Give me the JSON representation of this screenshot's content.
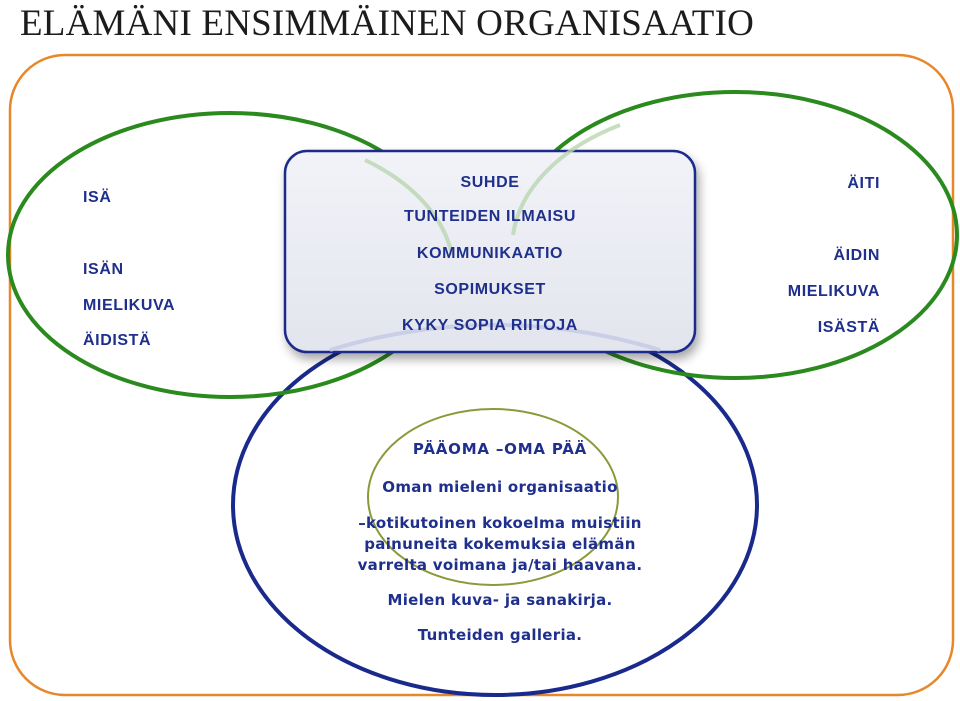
{
  "title": "ELÄMÄNI ENSIMMÄINEN ORGANISAATIO",
  "father": {
    "label": "ISÄ",
    "image_lines": [
      "ISÄN",
      "MIELIKUVA",
      "ÄIDISTÄ"
    ]
  },
  "mother": {
    "label": "ÄITI",
    "image_lines": [
      "ÄIDIN",
      "MIELIKUVA",
      "ISÄSTÄ"
    ]
  },
  "relationship": {
    "items": [
      "SUHDE",
      "TUNTEIDEN ILMAISU",
      "KOMMUNIKAATIO",
      "SOPIMUKSET",
      "KYKY SOPIA RIITOJA"
    ]
  },
  "capital": {
    "heading": "PÄÄOMA –OMA PÄÄ",
    "subheading": "Oman mieleni organisaatio",
    "description_lines": [
      "–kotikutoinen kokoelma muistiin",
      "painuneita kokemuksia elämän",
      "varrelta voimana ja/tai haavana."
    ],
    "dictionary": "Mielen kuva- ja sanakirja.",
    "gallery": "Tunteiden  galleria."
  },
  "colors": {
    "outer_border": "#e8872a",
    "green_circles": "#2a8a1e",
    "blue_circle": "#1a2a8c",
    "inner_circle": "#8a9a3a",
    "text": "#1f2f8c"
  }
}
